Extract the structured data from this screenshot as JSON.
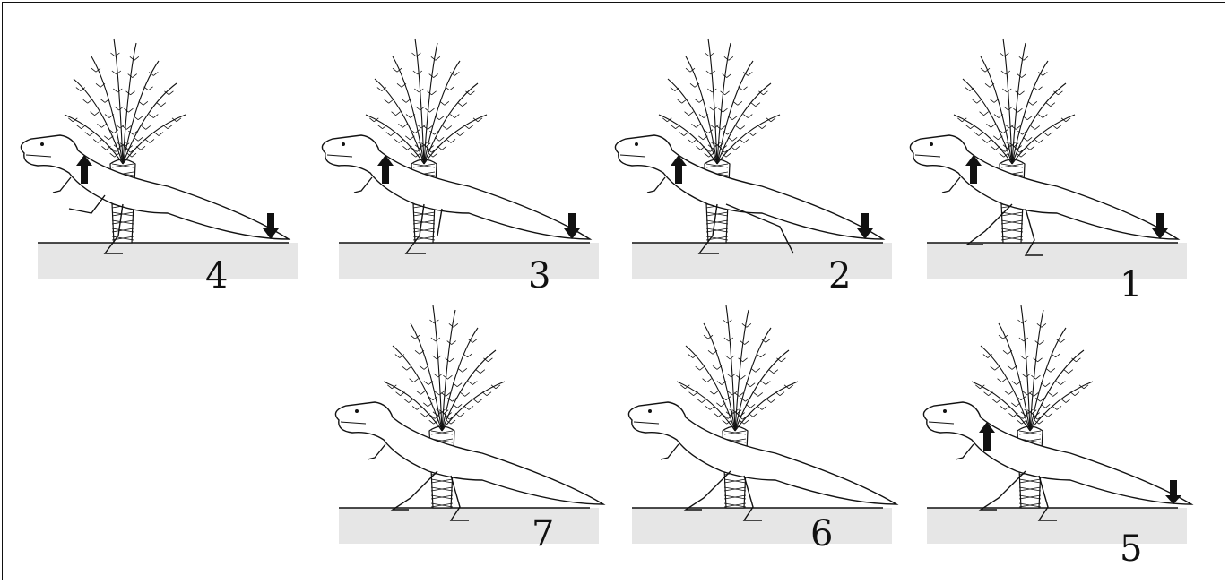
{
  "figure": {
    "panels": [
      {
        "id": "p4",
        "label": "4",
        "phase": "jump",
        "arrows": true,
        "leg": "raised"
      },
      {
        "id": "p3",
        "label": "3",
        "phase": "jump",
        "arrows": true,
        "leg": "tucked"
      },
      {
        "id": "p2",
        "label": "2",
        "phase": "jump",
        "arrows": true,
        "leg": "back"
      },
      {
        "id": "p1",
        "label": "1",
        "phase": "jump",
        "arrows": true,
        "leg": "stride"
      },
      {
        "id": "p7",
        "label": "7",
        "phase": "run",
        "arrows": false,
        "leg": "stride"
      },
      {
        "id": "p6",
        "label": "6",
        "phase": "run",
        "arrows": false,
        "leg": "stride"
      },
      {
        "id": "p5",
        "label": "5",
        "phase": "run",
        "arrows": true,
        "leg": "stride"
      }
    ],
    "colors": {
      "ground": "#e6e6e6",
      "line": "#111111"
    }
  }
}
